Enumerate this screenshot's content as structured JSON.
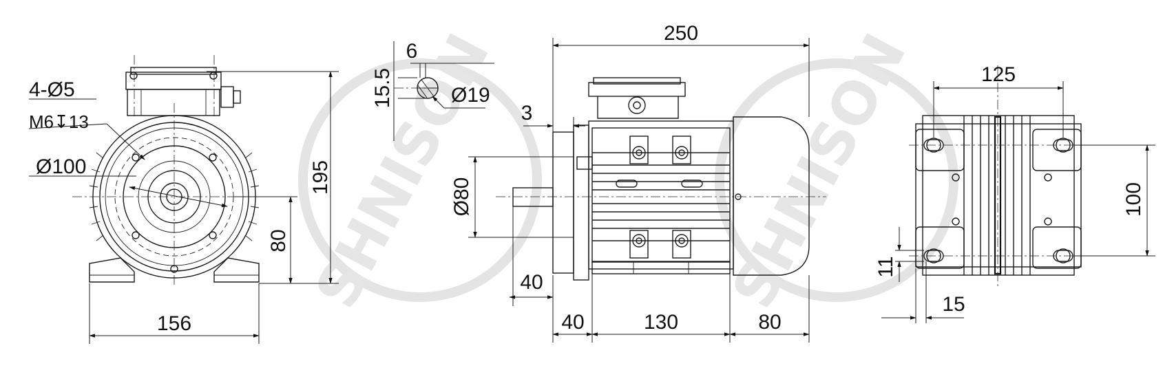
{
  "watermark": {
    "text": "SHNISON"
  },
  "front_view": {
    "holes_label": "4-Ø5",
    "thread_label": "M6↧13",
    "diameter_label": "Ø100",
    "height_total": "195",
    "shaft_height": "80",
    "foot_width": "156"
  },
  "shaft_detail": {
    "key_width": "6",
    "key_height": "15.5",
    "shaft_dia": "Ø19"
  },
  "side_view": {
    "overall_length": "250",
    "flange_offset": "3",
    "spigot_dia": "Ø80",
    "shaft_length": "40",
    "dim_a": "40",
    "dim_b": "130",
    "dim_c": "80"
  },
  "top_view": {
    "width": "125",
    "hole_spacing": "100",
    "slot_width": "11",
    "edge_offset": "15"
  }
}
